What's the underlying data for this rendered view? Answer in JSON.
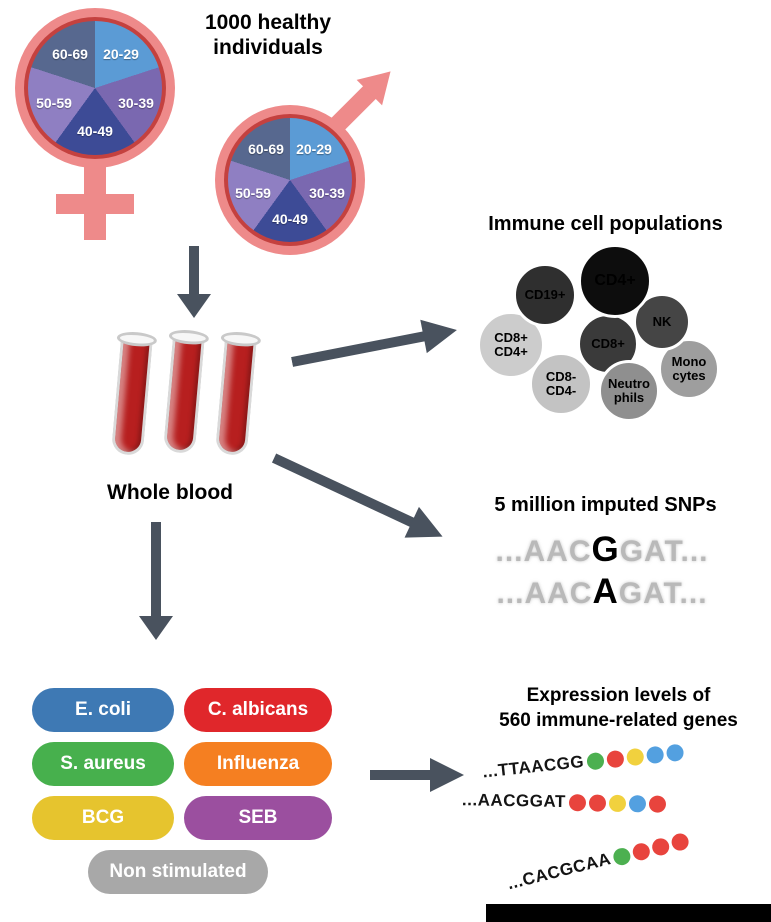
{
  "palette": {
    "arrow": "#49525e",
    "gender_pink": "#ee8a8a",
    "ring_red": "#c4413f",
    "blood_red": "#b71f1f"
  },
  "population": {
    "title_lines": [
      "1000 healthy",
      "individuals"
    ],
    "age_groups": [
      {
        "label": "20-29",
        "color": "#5b9bd5"
      },
      {
        "label": "30-39",
        "color": "#7a68b0"
      },
      {
        "label": "40-49",
        "color": "#3d4b96"
      },
      {
        "label": "50-59",
        "color": "#8f7fc2"
      },
      {
        "label": "60-69",
        "color": "#57688f"
      }
    ]
  },
  "blood": {
    "label": "Whole blood"
  },
  "immune": {
    "title": "Immune cell populations",
    "cells": [
      {
        "label": "CD19+",
        "bg": "#2f2f2f",
        "fg": "#ffffff"
      },
      {
        "label": "CD4+",
        "bg": "#0d0d0d",
        "fg": "#ffffff"
      },
      {
        "label": "NK",
        "bg": "#454545",
        "fg": "#ffffff"
      },
      {
        "label": "CD8+",
        "bg": "#3a3a3a",
        "fg": "#ffffff"
      },
      {
        "label": "CD8+ CD4+",
        "bg": "#cccccc",
        "fg": "#3c3c3c"
      },
      {
        "label": "CD8- CD4-",
        "bg": "#c3c3c3",
        "fg": "#3c3c3c"
      },
      {
        "label": "Neutro phils",
        "bg": "#8f8f8f",
        "fg": "#ffffff"
      },
      {
        "label": "Mono cytes",
        "bg": "#9e9e9e",
        "fg": "#ffffff"
      }
    ]
  },
  "snps": {
    "title": "5 million imputed SNPs",
    "gray": "#b9b9b9",
    "variant_color": "#000000",
    "lines": [
      {
        "pre": "...AAC",
        "variant": "G",
        "post": "GAT..."
      },
      {
        "pre": "...AAC",
        "variant": "A",
        "post": "GAT..."
      }
    ]
  },
  "stimuli": {
    "items": [
      {
        "label": "E. coli",
        "color": "#3e79b4"
      },
      {
        "label": "C. albicans",
        "color": "#e0272b"
      },
      {
        "label": "S. aureus",
        "color": "#47b04d"
      },
      {
        "label": "Influenza",
        "color": "#f57f21"
      },
      {
        "label": "BCG",
        "color": "#e6c42e"
      },
      {
        "label": "SEB",
        "color": "#9b4f9f"
      },
      {
        "label": "Non stimulated",
        "color": "#a8a8a8"
      }
    ]
  },
  "expression": {
    "title_lines": [
      "Expression levels of",
      "560 immune-related genes"
    ],
    "bead_colors": {
      "green": "#4cb050",
      "red": "#e8443d",
      "yellow": "#f1d13e",
      "blue": "#53a0e0"
    },
    "rows": [
      {
        "seq": "...TTAACGG",
        "beads": [
          "green",
          "red",
          "yellow",
          "blue",
          "blue"
        ]
      },
      {
        "seq": "...AACGGAT",
        "beads": [
          "red",
          "red",
          "yellow",
          "blue",
          "red"
        ]
      },
      {
        "seq": "...CACGCAA",
        "beads": [
          "green",
          "red",
          "red",
          "red"
        ]
      }
    ]
  }
}
